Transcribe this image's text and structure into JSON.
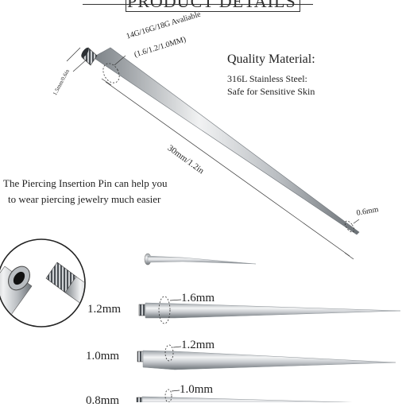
{
  "header": {
    "title": "PRODUCT DETAILS"
  },
  "sizes_available": {
    "line1": "14G/16G/18G Avaliable",
    "line2": "(1.6/1.2/1.0MM)"
  },
  "thread_dim": "1.5mm/0.6in",
  "length_dim": "30mm/1.2in",
  "tip_dim": "0.6mm",
  "material": {
    "heading": "Quality Material:",
    "line1": "316L Stainless Steel:",
    "line2": "Safe for Sensitive Skin"
  },
  "description": {
    "line1": "The Piercing Insertion Pin can help you",
    "line2": "to wear piercing jewelry much easier"
  },
  "size_rows": [
    {
      "gauge_label": "1.2mm",
      "diameter_label": "1.6mm"
    },
    {
      "gauge_label": "1.0mm",
      "diameter_label": "1.2mm"
    },
    {
      "gauge_label": "0.8mm",
      "diameter_label": "1.0mm"
    }
  ],
  "colors": {
    "steel_dark": "#6e7479",
    "steel_light": "#eef0f2",
    "text": "#222222"
  }
}
